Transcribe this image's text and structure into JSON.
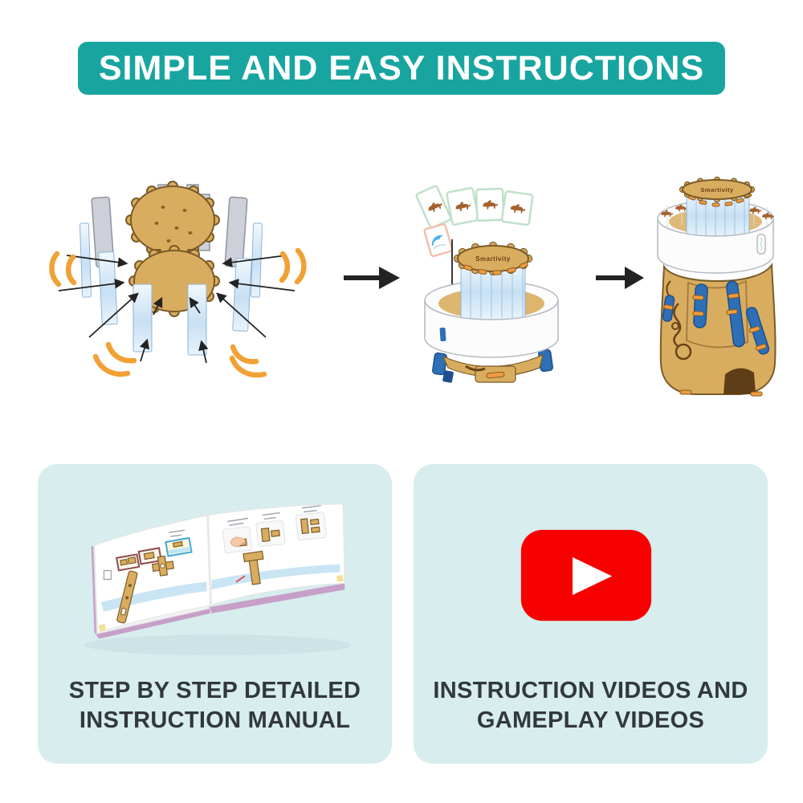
{
  "banner": {
    "title": "SIMPLE AND EASY INSTRUCTIONS"
  },
  "steps": {
    "brand_label": "Smartivity",
    "illustrations": {
      "step1": "exploded-gear-discs-with-panels",
      "step2": "film-strip-inserted-into-drum",
      "step3": "assembled-zoetrope-tower",
      "between": "right-arrow"
    }
  },
  "cards": {
    "manual": {
      "icon": "open-instruction-manual-illustration",
      "caption_line1": "STEP BY STEP DETAILED",
      "caption_line2": "INSTRUCTION MANUAL"
    },
    "videos": {
      "icon": "youtube-play-icon",
      "caption_line1": "INSTRUCTION VIDEOS AND",
      "caption_line2": "GAMEPLAY VIDEOS"
    }
  },
  "colors": {
    "page-bg": "#FFFFFF",
    "banner-bg": "#18A5A0",
    "banner-text": "#FFFFFF",
    "card-bg": "#D7EDEE",
    "caption-text": "#32383F",
    "youtube-red": "#F70000",
    "arrow": "#232323",
    "accent-orange": "#F2A136",
    "strap-blue": "#2E6FB5",
    "wood": "#D9AD5F"
  }
}
